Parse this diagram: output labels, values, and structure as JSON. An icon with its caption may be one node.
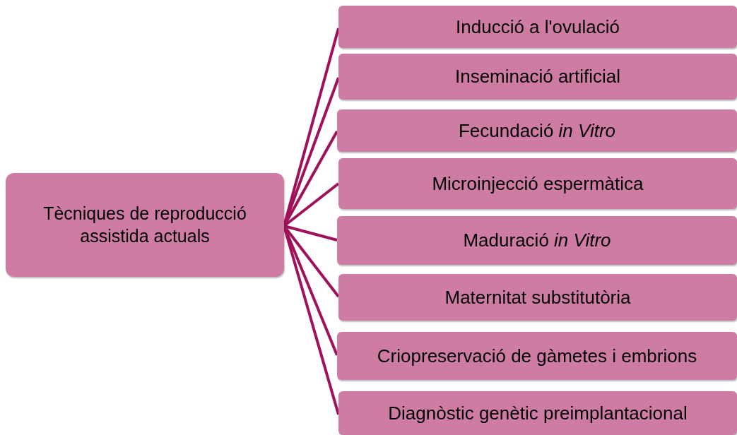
{
  "diagram": {
    "nodes": [
      {
        "text": [
          "Tècniques de reproducció assistida actuals"
        ]
      },
      {
        "text": [
          "Inducció a l'ovulació"
        ]
      },
      {
        "text": [
          "Inseminació artificial"
        ]
      },
      {
        "text": [
          "Fecundació *in Vitro*"
        ]
      },
      {
        "text": [
          "Microinjecció espermàtica"
        ]
      },
      {
        "text": [
          "Maduració *in Vitro*"
        ]
      },
      {
        "text": [
          "Maternitat substitutòria"
        ]
      },
      {
        "text": [
          "Criopreservació de gàmetes i embrions"
        ]
      },
      {
        "text": [
          "Diagnòstic genètic preimplantacional"
        ]
      }
    ],
    "edges": [
      {
        "from": 0,
        "to": 1,
        "arrow": "none"
      },
      {
        "from": 0,
        "to": 2,
        "arrow": "none"
      },
      {
        "from": 0,
        "to": 3,
        "arrow": "none"
      },
      {
        "from": 0,
        "to": 4,
        "arrow": "none"
      },
      {
        "from": 0,
        "to": 5,
        "arrow": "none"
      },
      {
        "from": 0,
        "to": 6,
        "arrow": "none"
      },
      {
        "from": 0,
        "to": 7,
        "arrow": "none"
      },
      {
        "from": 0,
        "to": 8,
        "arrow": "none"
      }
    ]
  }
}
